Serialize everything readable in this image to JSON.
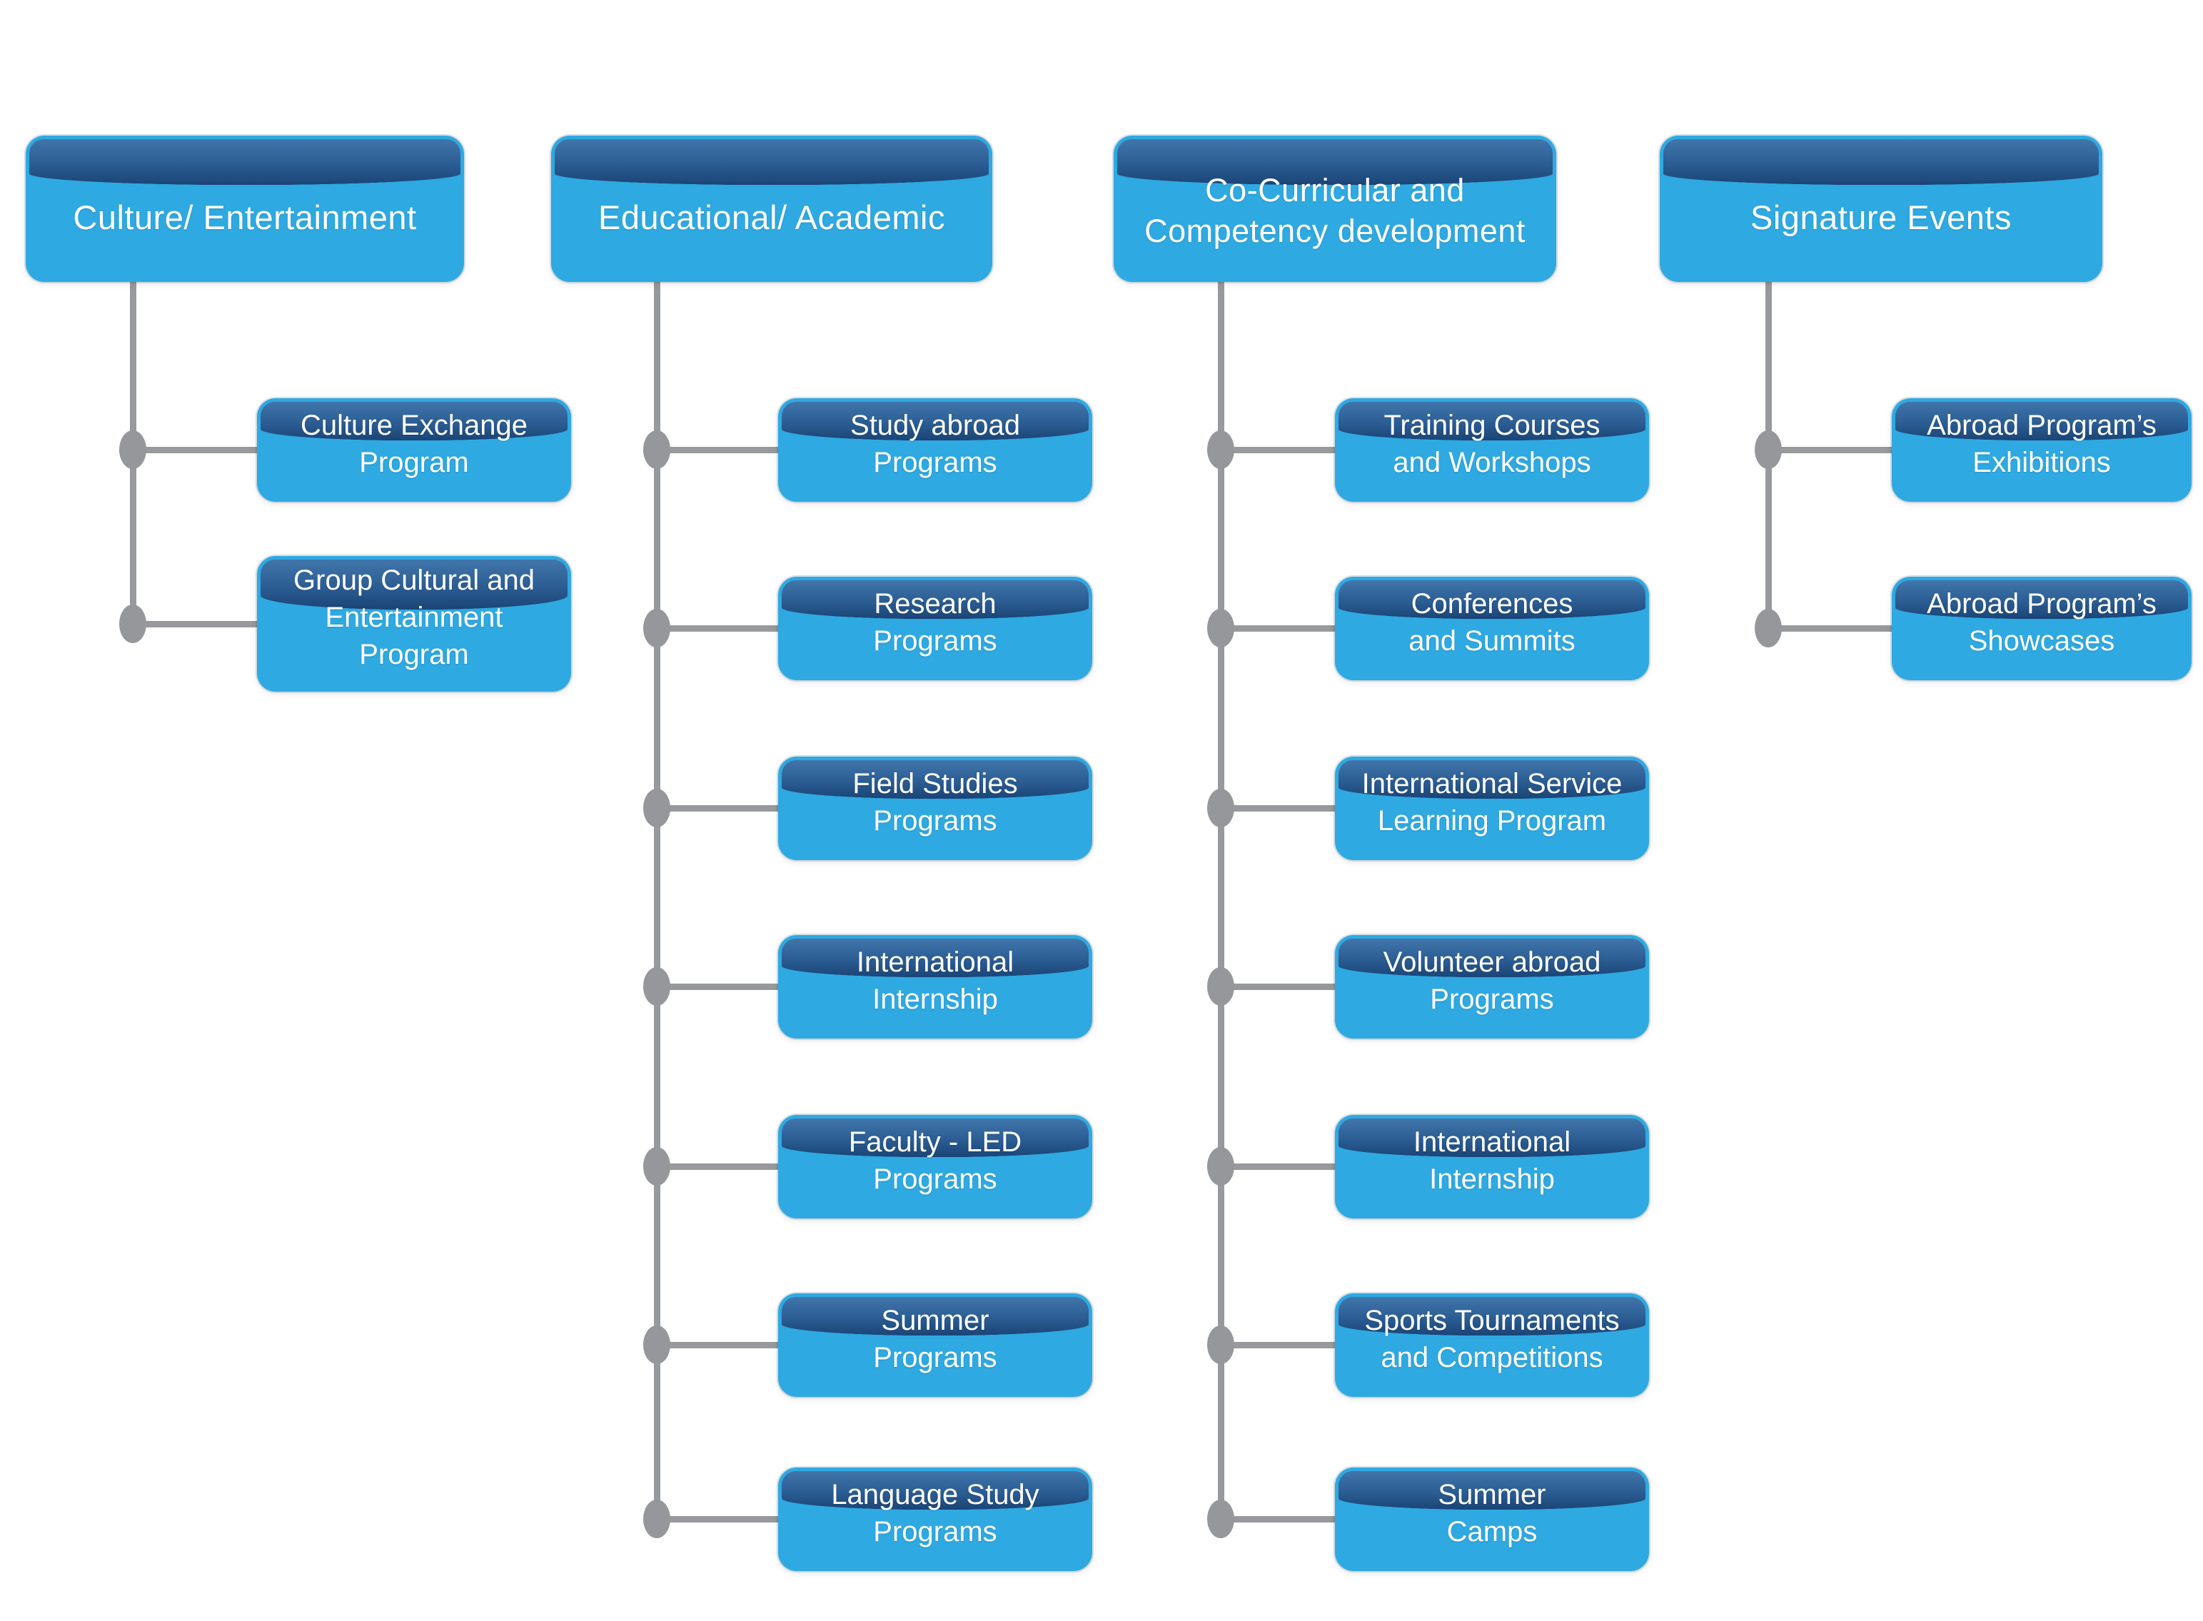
{
  "diagram": {
    "title": "Programs structure diagram",
    "colors": {
      "body_blue": "#2FA9E1",
      "band_top": "#4176AB",
      "band_bottom": "#1B4476",
      "connector_gray": "#97999C",
      "text": "#FFFFFF"
    },
    "columns": [
      {
        "header": "Culture/ Entertainment",
        "children": [
          "Culture Exchange\nProgram",
          "Group Cultural and\nEntertainment\nProgram"
        ]
      },
      {
        "header": "Educational/ Academic",
        "children": [
          "Study abroad\nPrograms",
          "Research\nPrograms",
          "Field Studies\nPrograms",
          "International\nInternship",
          "Faculty - LED\nPrograms",
          "Summer\nPrograms",
          "Language Study\nPrograms"
        ]
      },
      {
        "header": "Co-Curricular and\nCompetency development",
        "children": [
          "Training Courses\nand Workshops",
          "Conferences\nand Summits",
          "International Service\nLearning Program",
          "Volunteer abroad\nPrograms",
          "International\nInternship",
          "Sports Tournaments\nand Competitions",
          "Summer\nCamps"
        ]
      },
      {
        "header": "Signature Events",
        "children": [
          "Abroad Program’s\nExhibitions",
          "Abroad Program’s\nShowcases"
        ]
      }
    ]
  }
}
